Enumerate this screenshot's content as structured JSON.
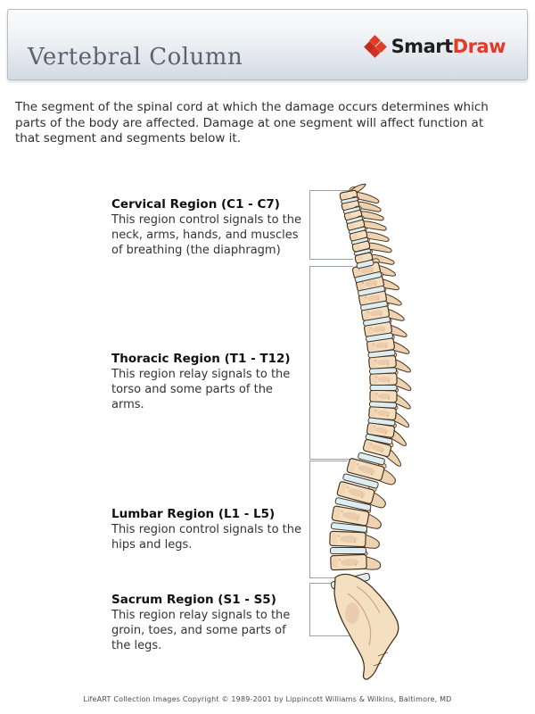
{
  "header": {
    "title": "Vertebral Column",
    "logo": {
      "smart": "Smart",
      "draw": "Draw"
    }
  },
  "intro": "The segment of the spinal cord at which the damage occurs determines which\nparts of the body are affected. Damage at one segment will affect function at\nthat segment and segments below it.",
  "sections": [
    {
      "heading": "Cervical Region (C1 - C7)",
      "body": "This region control signals to the\nneck, arms, hands, and muscles\nof breathing (the diaphragm)"
    },
    {
      "heading": "Thoracic Region (T1 - T12)",
      "body": "This region relay signals to the\ntorso and some parts of the\narms."
    },
    {
      "heading": "Lumbar Region (L1 - L5)",
      "body": "This region control signals to the\nhips and legs."
    },
    {
      "heading": "Sacrum Region (S1 - S5)",
      "body": "This region relay signals to the\ngroin, toes, and some parts of\nthe legs."
    }
  ],
  "footer": "LifeART Collection Images Copyright © 1989-2001 by Lippincott Williams & Wilkins, Baltimore, MD",
  "colors": {
    "logo_red": "#e23b2a",
    "title_gray": "#596470",
    "bracket_gray": "#9aa0a6",
    "bone_fill": "#f4e0c1",
    "bone_outline": "#4a3420",
    "process_fill": "#eed3b2",
    "disc_blue": "#daeef4"
  }
}
